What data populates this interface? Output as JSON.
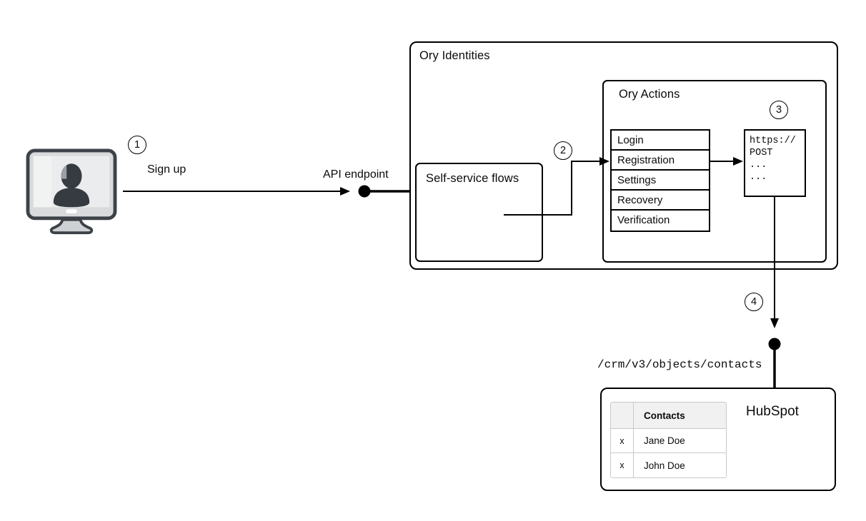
{
  "steps": [
    "1",
    "2",
    "3",
    "4"
  ],
  "labels": {
    "sign_up": "Sign up",
    "api_endpoint": "API endpoint",
    "crm_path": "/crm/v3/objects/contacts"
  },
  "ory_identities": {
    "title": "Ory Identities"
  },
  "self_service": {
    "title": "Self-service flows"
  },
  "ory_actions": {
    "title": "Ory Actions",
    "menu": [
      "Login",
      "Registration",
      "Settings",
      "Recovery",
      "Verification"
    ]
  },
  "webhook": {
    "lines": [
      "https://",
      "POST",
      "...",
      "..."
    ]
  },
  "hubspot": {
    "title": "HubSpot",
    "table": {
      "header": "Contacts",
      "rows": [
        {
          "mark": "x",
          "name": "Jane Doe"
        },
        {
          "mark": "x",
          "name": "John Doe"
        }
      ]
    }
  },
  "icons": {
    "user": "user-workstation-icon"
  },
  "colors": {
    "line": "#000000",
    "box_border": "#000000",
    "table_border": "#c9c9c9",
    "table_header_bg": "#f1f1f1",
    "icon_dark": "#363b42",
    "icon_frame": "#3d4248",
    "icon_bezel": "#d9dadc",
    "icon_screen": "#ebeced"
  }
}
